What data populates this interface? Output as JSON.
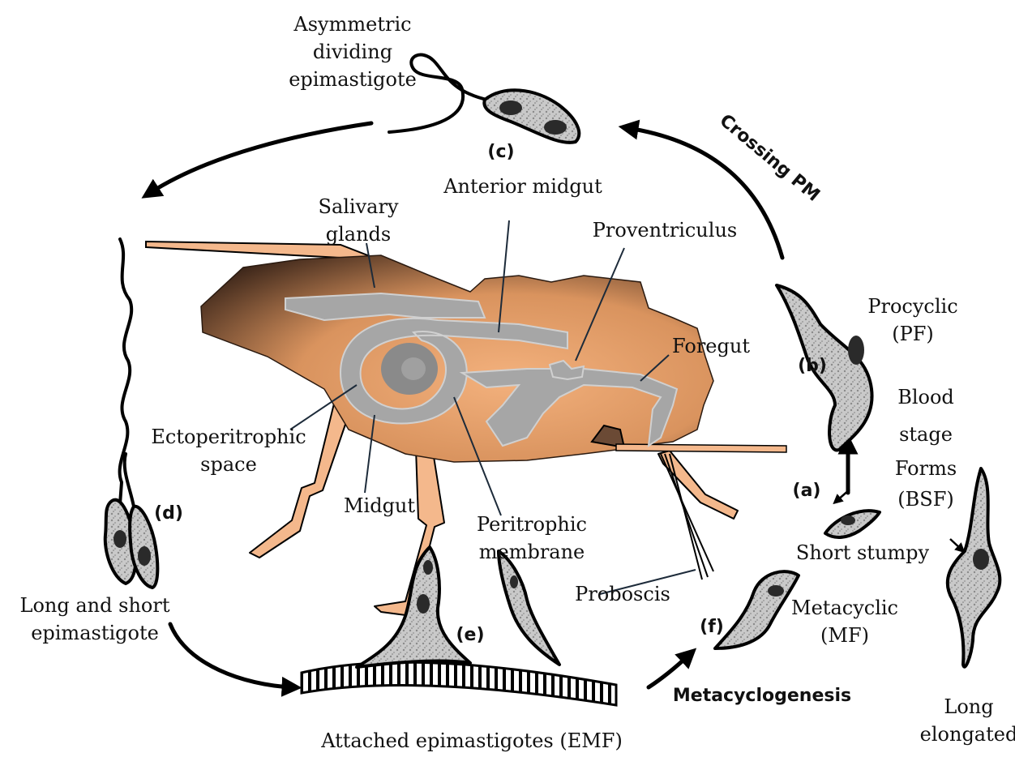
{
  "labels": {
    "asymmetric": [
      "Asymmetric",
      "dividing",
      "epimastigote"
    ],
    "stage_c": "(c)",
    "anterior_midgut": "Anterior midgut",
    "crossing_pm": "Crossing PM",
    "salivary": [
      "Salivary",
      "glands"
    ],
    "proventriculus": "Proventriculus",
    "foregut": "Foregut",
    "procyclic": [
      "Procyclic",
      "(PF)"
    ],
    "stage_b": "(b)",
    "blood_stage": [
      "Blood",
      "stage",
      "Forms",
      "(BSF)"
    ],
    "stage_a": "(a)",
    "short_stumpy": "Short stumpy",
    "long_elongated": [
      "Long",
      "elongated"
    ],
    "ectoperitrophic": [
      "Ectoperitrophic",
      "space"
    ],
    "midgut": "Midgut",
    "peritrophic": [
      "Peritrophic",
      "membrane"
    ],
    "stage_d": "(d)",
    "long_short_epi": [
      "Long and short",
      "epimastigote"
    ],
    "proboscis": "Proboscis",
    "metacyclic": [
      "Metacyclic",
      "(MF)"
    ],
    "stage_f": "(f)",
    "stage_e": "(e)",
    "metacyclogenesis": "Metacyclogenesis",
    "attached": "Attached epimastigotes (EMF)"
  },
  "colors": {
    "fly_body_light": "#f3b17d",
    "fly_body_dark": "#3b2519",
    "gut": "#a6a6a6",
    "leg": "#f4b88c"
  }
}
